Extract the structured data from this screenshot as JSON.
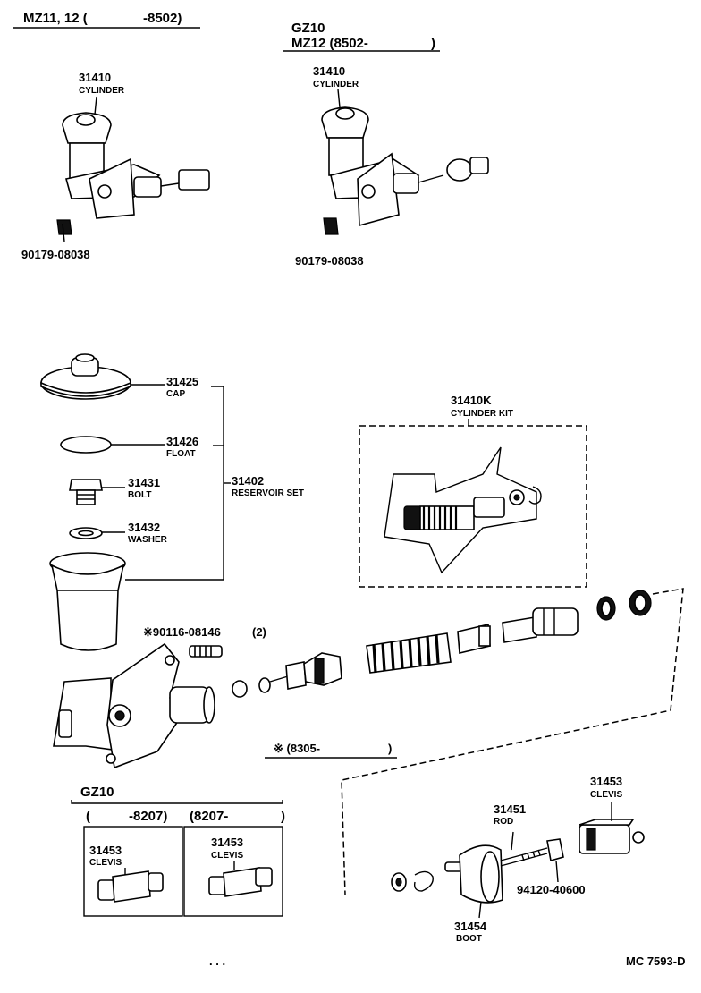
{
  "headers": {
    "left_model": "MZ11, 12 (",
    "left_date": "-8502)",
    "right_model1": "GZ10",
    "right_model2": "MZ12 (8502-",
    "right_close": ")"
  },
  "top_left": {
    "part": "31410",
    "name": "CYLINDER",
    "nut": "90179-08038"
  },
  "top_right": {
    "part": "31410",
    "name": "CYLINDER",
    "nut": "90179-08038"
  },
  "reservoir": {
    "cap_no": "31425",
    "cap": "CAP",
    "float_no": "31426",
    "float": "FLOAT",
    "bolt_no": "31431",
    "bolt": "BOLT",
    "washer_no": "31432",
    "washer": "WASHER",
    "set_no": "31402",
    "set": "RESERVOIR SET"
  },
  "kit": {
    "part": "31410K",
    "name": "CYLINDER KIT"
  },
  "pin": {
    "label": "※90116-08146",
    "qty": "(2)"
  },
  "asterisk_date": {
    "open": "※ (8305-",
    "close": ")"
  },
  "gz10": {
    "title": "GZ10",
    "col1": "(",
    "col1_date": "-8207)",
    "col2": "(8207-",
    "col2_close": ")",
    "clevis1_no": "31453",
    "clevis1": "CLEVIS",
    "clevis2_no": "31453",
    "clevis2": "CLEVIS"
  },
  "lower_assembly": {
    "clevis_no": "31453",
    "clevis": "CLEVIS",
    "rod_no": "31451",
    "rod": "ROD",
    "nut_no": "94120-40600",
    "boot_no": "31454",
    "boot": "BOOT"
  },
  "footer": {
    "code": "MC 7593-D",
    "dots": ". . ."
  }
}
